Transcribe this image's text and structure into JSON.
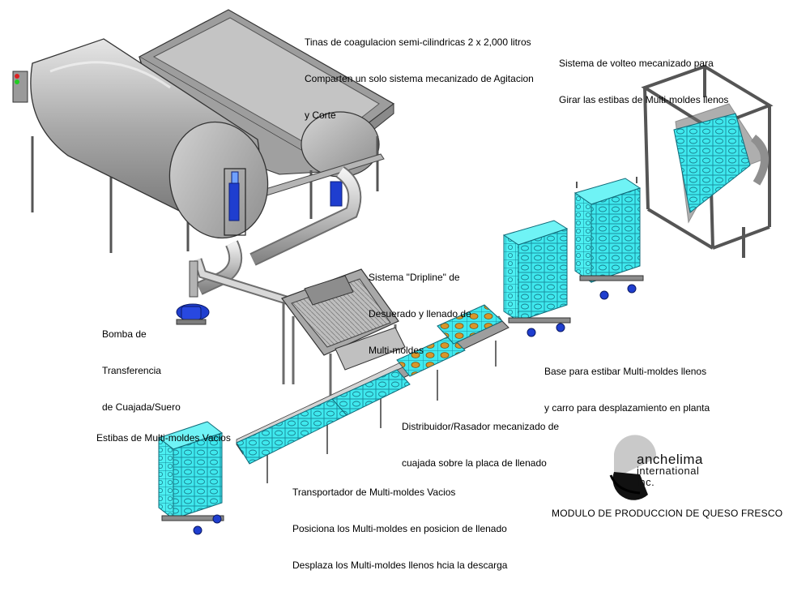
{
  "colors": {
    "steel": "#c9c9c9",
    "steel_dark": "#8a8a8a",
    "outline": "#3a3a3a",
    "mold_cyan": "#37e6ea",
    "mold_edge": "#1b8fa0",
    "motor_blue": "#1f3ecf",
    "cheese_orange": "#d8962a"
  },
  "labels": {
    "vats": [
      "Tinas de coagulacion semi-cilindricas 2 x 2,000 litros",
      "Comparten un solo sistema mecanizado de Agitacion",
      "y Corte"
    ],
    "turner": [
      "Sistema de volteo mecanizado para",
      "Girar las estibas de Multi-moldes llenos"
    ],
    "dripline": [
      "Sistema \"Dripline\" de",
      "Desuerado y llenado de",
      "Multi-moldes"
    ],
    "pump": [
      "Bomba de",
      "Transferencia",
      "de Cuajada/Suero"
    ],
    "base": [
      "Base para estibar Multi-moldes llenos",
      "y carro para desplazamiento en planta"
    ],
    "distributor": [
      "Distribuidor/Rasador mecanizado de",
      "cuajada sobre la placa de llenado"
    ],
    "empty_stacks": [
      "Estibas de Multi-moldes Vacios"
    ],
    "conveyor": [
      "Transportador de Multi-moldes Vacios",
      "Posiciona los Multi-moldes en posicion de llenado",
      "Desplaza los Multi-moldes llenos hcia la descarga"
    ]
  },
  "logo": {
    "line1": "anchelima",
    "line2": "international",
    "line3": "inc."
  },
  "module_title": "MODULO DE PRODUCCION DE QUESO FRESCO"
}
